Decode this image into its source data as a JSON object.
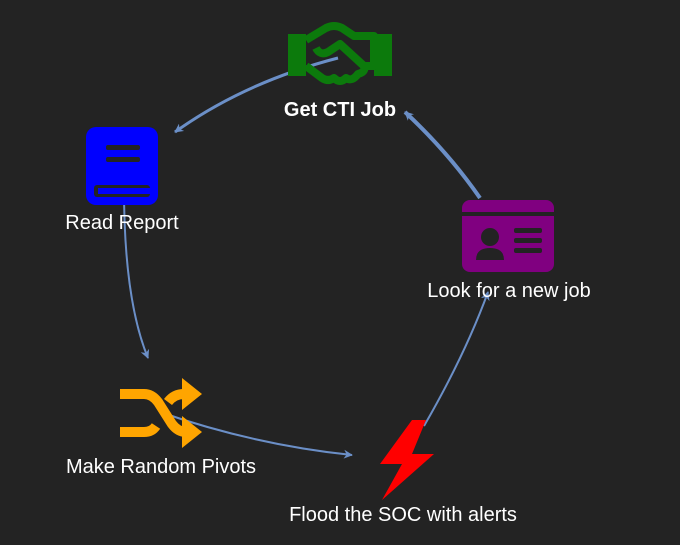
{
  "diagram": {
    "background": "#232323",
    "edge_color": "#6b8fc7",
    "nodes": [
      {
        "id": "get-cti-job",
        "label": "Get CTI Job",
        "icon": "handshake-icon",
        "color": "#0c7a0c",
        "bold": true
      },
      {
        "id": "read-report",
        "label": "Read Report",
        "icon": "book-icon",
        "color": "#0000ff",
        "bold": false
      },
      {
        "id": "make-random-pivots",
        "label": "Make Random Pivots",
        "icon": "shuffle-icon",
        "color": "#ffa500",
        "bold": false
      },
      {
        "id": "flood-soc",
        "label": "Flood the SOC with alerts",
        "icon": "lightning-bolt-icon",
        "color": "#ff0000",
        "bold": false
      },
      {
        "id": "look-new-job",
        "label": "Look for a new job",
        "icon": "id-card-icon",
        "color": "#800080",
        "bold": false
      }
    ],
    "edges": [
      {
        "from": "get-cti-job",
        "to": "read-report"
      },
      {
        "from": "read-report",
        "to": "make-random-pivots"
      },
      {
        "from": "make-random-pivots",
        "to": "flood-soc"
      },
      {
        "from": "flood-soc",
        "to": "look-new-job"
      },
      {
        "from": "look-new-job",
        "to": "get-cti-job"
      }
    ]
  }
}
